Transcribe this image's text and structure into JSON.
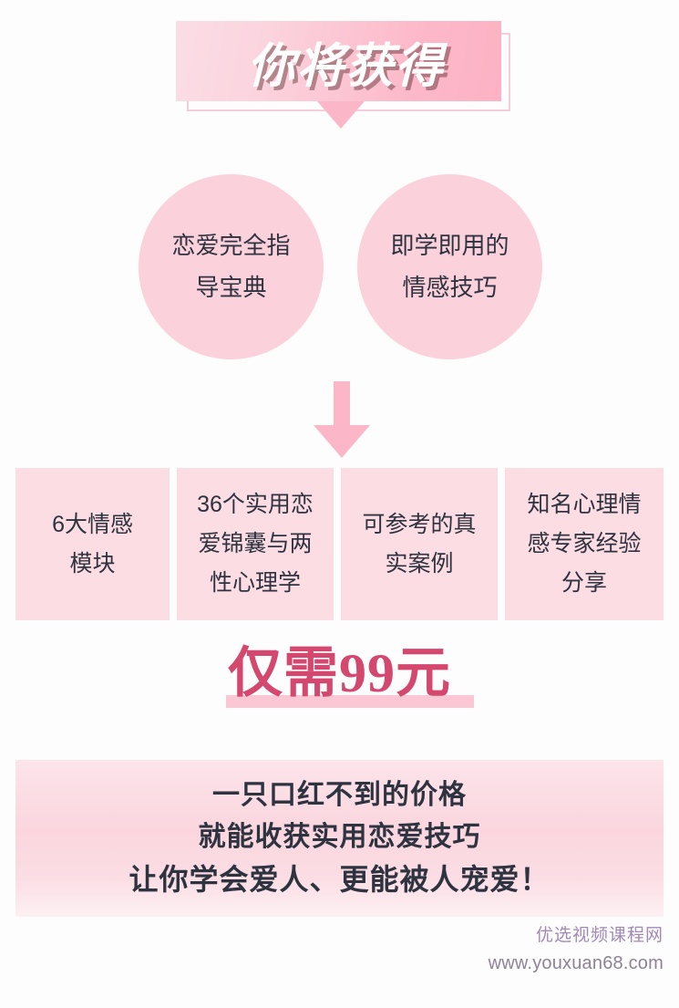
{
  "header": {
    "title": "你将获得",
    "caret_icon": "triangle-down-icon"
  },
  "circles": [
    {
      "line1": "恋爱完全指",
      "line2": "导宝典"
    },
    {
      "line1": "即学即用的",
      "line2": "情感技巧"
    }
  ],
  "arrow": {
    "icon": "arrow-down-icon",
    "color": "#fbb6c7"
  },
  "feature_boxes": [
    {
      "lines": [
        "6大情感",
        "模块"
      ]
    },
    {
      "lines": [
        "36个实用恋",
        "爱锦囊与两",
        "性心理学"
      ]
    },
    {
      "lines": [
        "可参考的真",
        "实案例"
      ]
    },
    {
      "lines": [
        "知名心理情",
        "感专家经验",
        "分享"
      ]
    }
  ],
  "price": {
    "text": "仅需99元",
    "amount": "99",
    "currency": "元",
    "color": "#d4486f",
    "highlight_color": "#fbc7d5"
  },
  "bottom_banner": {
    "lines": [
      "一只口红不到的价格",
      "就能收获实用恋爱技巧",
      "让你学会爱人、更能被人宠爱！"
    ]
  },
  "watermark": {
    "site_name": "优选视频课程网",
    "url": "www.youxuan68.com"
  },
  "theme": {
    "pink_light": "#fbdde3",
    "pink_mid": "#fbd2db",
    "pink_strong": "#fcb2c4",
    "text_dark": "#2f3340"
  }
}
